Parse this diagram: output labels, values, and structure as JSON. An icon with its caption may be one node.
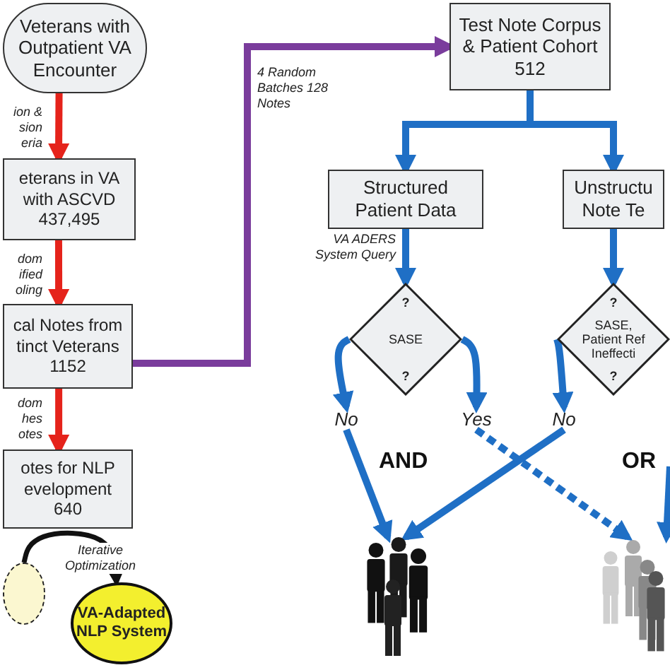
{
  "diagram": {
    "nodes": [
      {
        "text": [
          "Veterans with Outpatient VA Encounter"
        ]
      },
      {
        "text": [
          "eterans in VA with ASCVD",
          "437,495"
        ]
      },
      {
        "text": [
          "cal Notes from tinct Veterans",
          "1152"
        ]
      },
      {
        "text": [
          "otes for NLP evelopment",
          "640"
        ]
      },
      {
        "text": [],
        "shape": "circle"
      },
      {
        "text": [
          "VA-Adapted NLP System"
        ]
      },
      {
        "text": [
          "Test Note Corpus & Patient Cohort",
          "512"
        ]
      },
      {
        "text": [
          "Structured Patient Data"
        ]
      },
      {
        "text": [
          "Unstructu Note Te"
        ]
      },
      {
        "text": [
          "?",
          "SASE",
          "?"
        ]
      },
      {
        "text": [
          "?",
          "SASE, Patient Ref Ineffecti",
          "?"
        ]
      },
      {
        "text": [
          "No"
        ]
      },
      {
        "text": [
          "Yes"
        ]
      },
      {
        "text": [
          "No"
        ]
      },
      {
        "text": [],
        "shape": "person"
      },
      {
        "text": [],
        "shape": "person"
      }
    ],
    "edges": [
      {
        "from": 0,
        "to": 1,
        "arrow": "to",
        "label": "ion & sion eria",
        "color": "#e5231b"
      },
      {
        "from": 1,
        "to": 2,
        "arrow": "to",
        "label": "dom ified oling",
        "color": "#e5231b"
      },
      {
        "from": 2,
        "to": 3,
        "arrow": "to",
        "label": "dom hes otes",
        "color": "#e5231b"
      },
      {
        "from": 2,
        "to": 6,
        "arrow": "to",
        "label": "4 Random Batches 128 Notes",
        "color": "#7a3c9c"
      },
      {
        "from": 6,
        "to": 7,
        "arrow": "to"
      },
      {
        "from": 6,
        "to": 8,
        "arrow": "to"
      },
      {
        "from": 7,
        "to": 9,
        "arrow": "to",
        "label": "VA ADERS System Query"
      },
      {
        "from": 8,
        "to": 10,
        "arrow": "to"
      },
      {
        "from": 9,
        "to": 11,
        "arrow": "to"
      },
      {
        "from": 9,
        "to": 12,
        "arrow": "to"
      },
      {
        "from": 10,
        "to": 13,
        "arrow": "to"
      },
      {
        "from": 11,
        "to": 14,
        "arrow": "to"
      },
      {
        "from": 13,
        "to": 14,
        "arrow": "to"
      },
      {
        "from": 12,
        "to": 15,
        "arrow": "to",
        "style": "dashed"
      },
      {
        "from": null,
        "to": 15,
        "arrow": "to"
      },
      {
        "from": 4,
        "to": 5,
        "arrow": "to",
        "label": "Iterative Optimization",
        "color": "#111111"
      }
    ],
    "labels": [
      "AND",
      "OR"
    ]
  }
}
